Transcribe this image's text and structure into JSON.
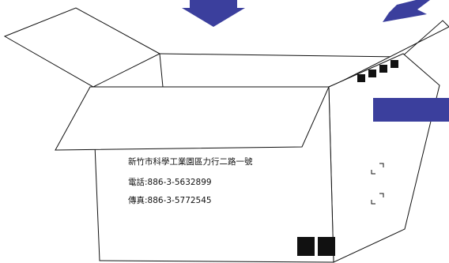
{
  "colors": {
    "arrow": "#3b3f9d",
    "tab": "#3b3f9d",
    "stroke": "#111111",
    "background": "#ffffff"
  },
  "icons": [
    "arrow-down-icon",
    "arrow-diagonal-icon",
    "fragile-icon",
    "umbrella-icon",
    "this-side-up-icon",
    "umbrella-icon",
    "fragile-icon",
    "umbrella-icon"
  ],
  "box": {
    "address": "新竹市科學工業園區力行二路一號",
    "phone": "電話:886-3-5632899",
    "fax": "傳真:886-3-5772545"
  }
}
